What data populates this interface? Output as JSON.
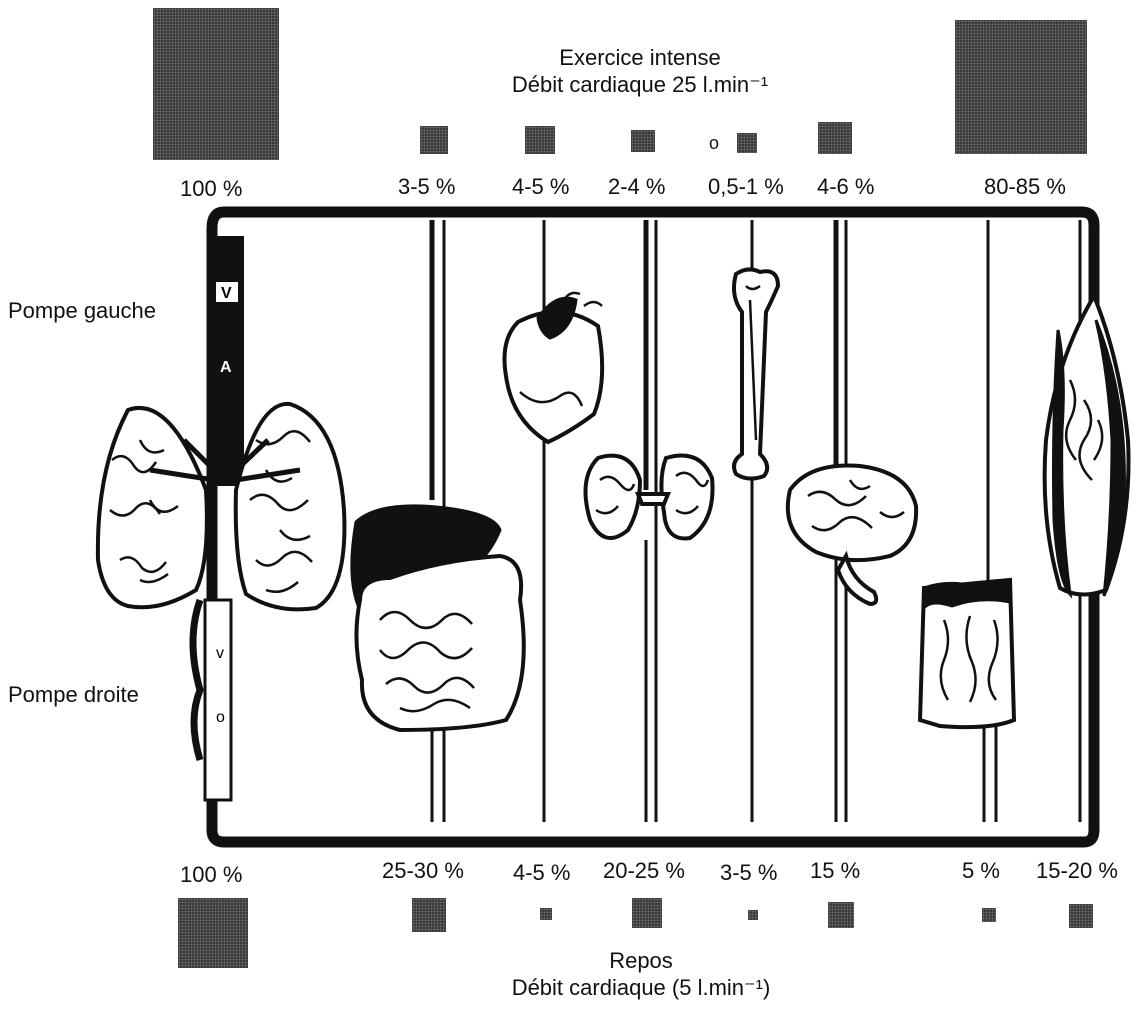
{
  "top": {
    "title_line1": "Exercice intense",
    "title_line2": "Débit cardiaque 25 l.min⁻¹",
    "percentages": [
      "100 %",
      "3-5 %",
      "4-5 %",
      "2-4 %",
      "0,5-1 %",
      "4-6 %",
      "80-85 %"
    ],
    "small_marker": "o"
  },
  "bottom": {
    "title_line1": "Repos",
    "title_line2": "Débit cardiaque (5 l.min⁻¹)",
    "percentages": [
      "100 %",
      "25-30 %",
      "4-5 %",
      "20-25 %",
      "3-5 %",
      "15 %",
      "5 %",
      "15-20 %"
    ]
  },
  "labels": {
    "left_pump": "Pompe gauche",
    "right_pump": "Pompe droite",
    "valve_v": "V",
    "valve_a": "A",
    "valve_v2": "v",
    "valve_o": "o"
  },
  "colors": {
    "ink": "#111111",
    "square_fill": "#3b3b3b",
    "paper": "#ffffff"
  }
}
